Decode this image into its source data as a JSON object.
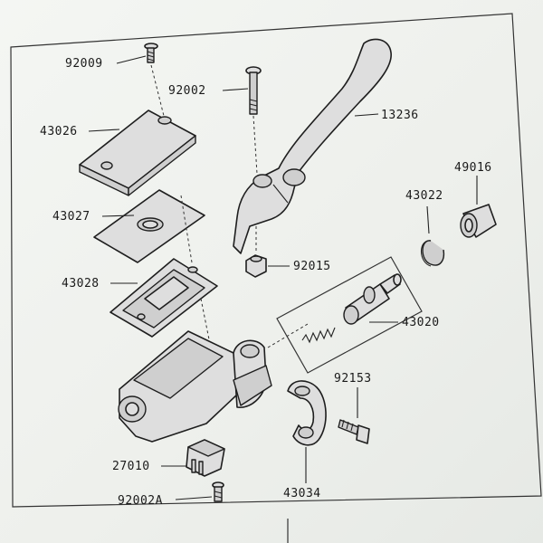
{
  "diagram": {
    "parts": {
      "p92009": "92009",
      "p92002": "92002",
      "p13236": "13236",
      "p43026": "43026",
      "p49016": "49016",
      "p43022": "43022",
      "p43027": "43027",
      "p92015": "92015",
      "p43028": "43028",
      "p43020": "43020",
      "p92153": "92153",
      "p27010": "27010",
      "p43034": "43034",
      "p92002A": "92002A"
    }
  }
}
